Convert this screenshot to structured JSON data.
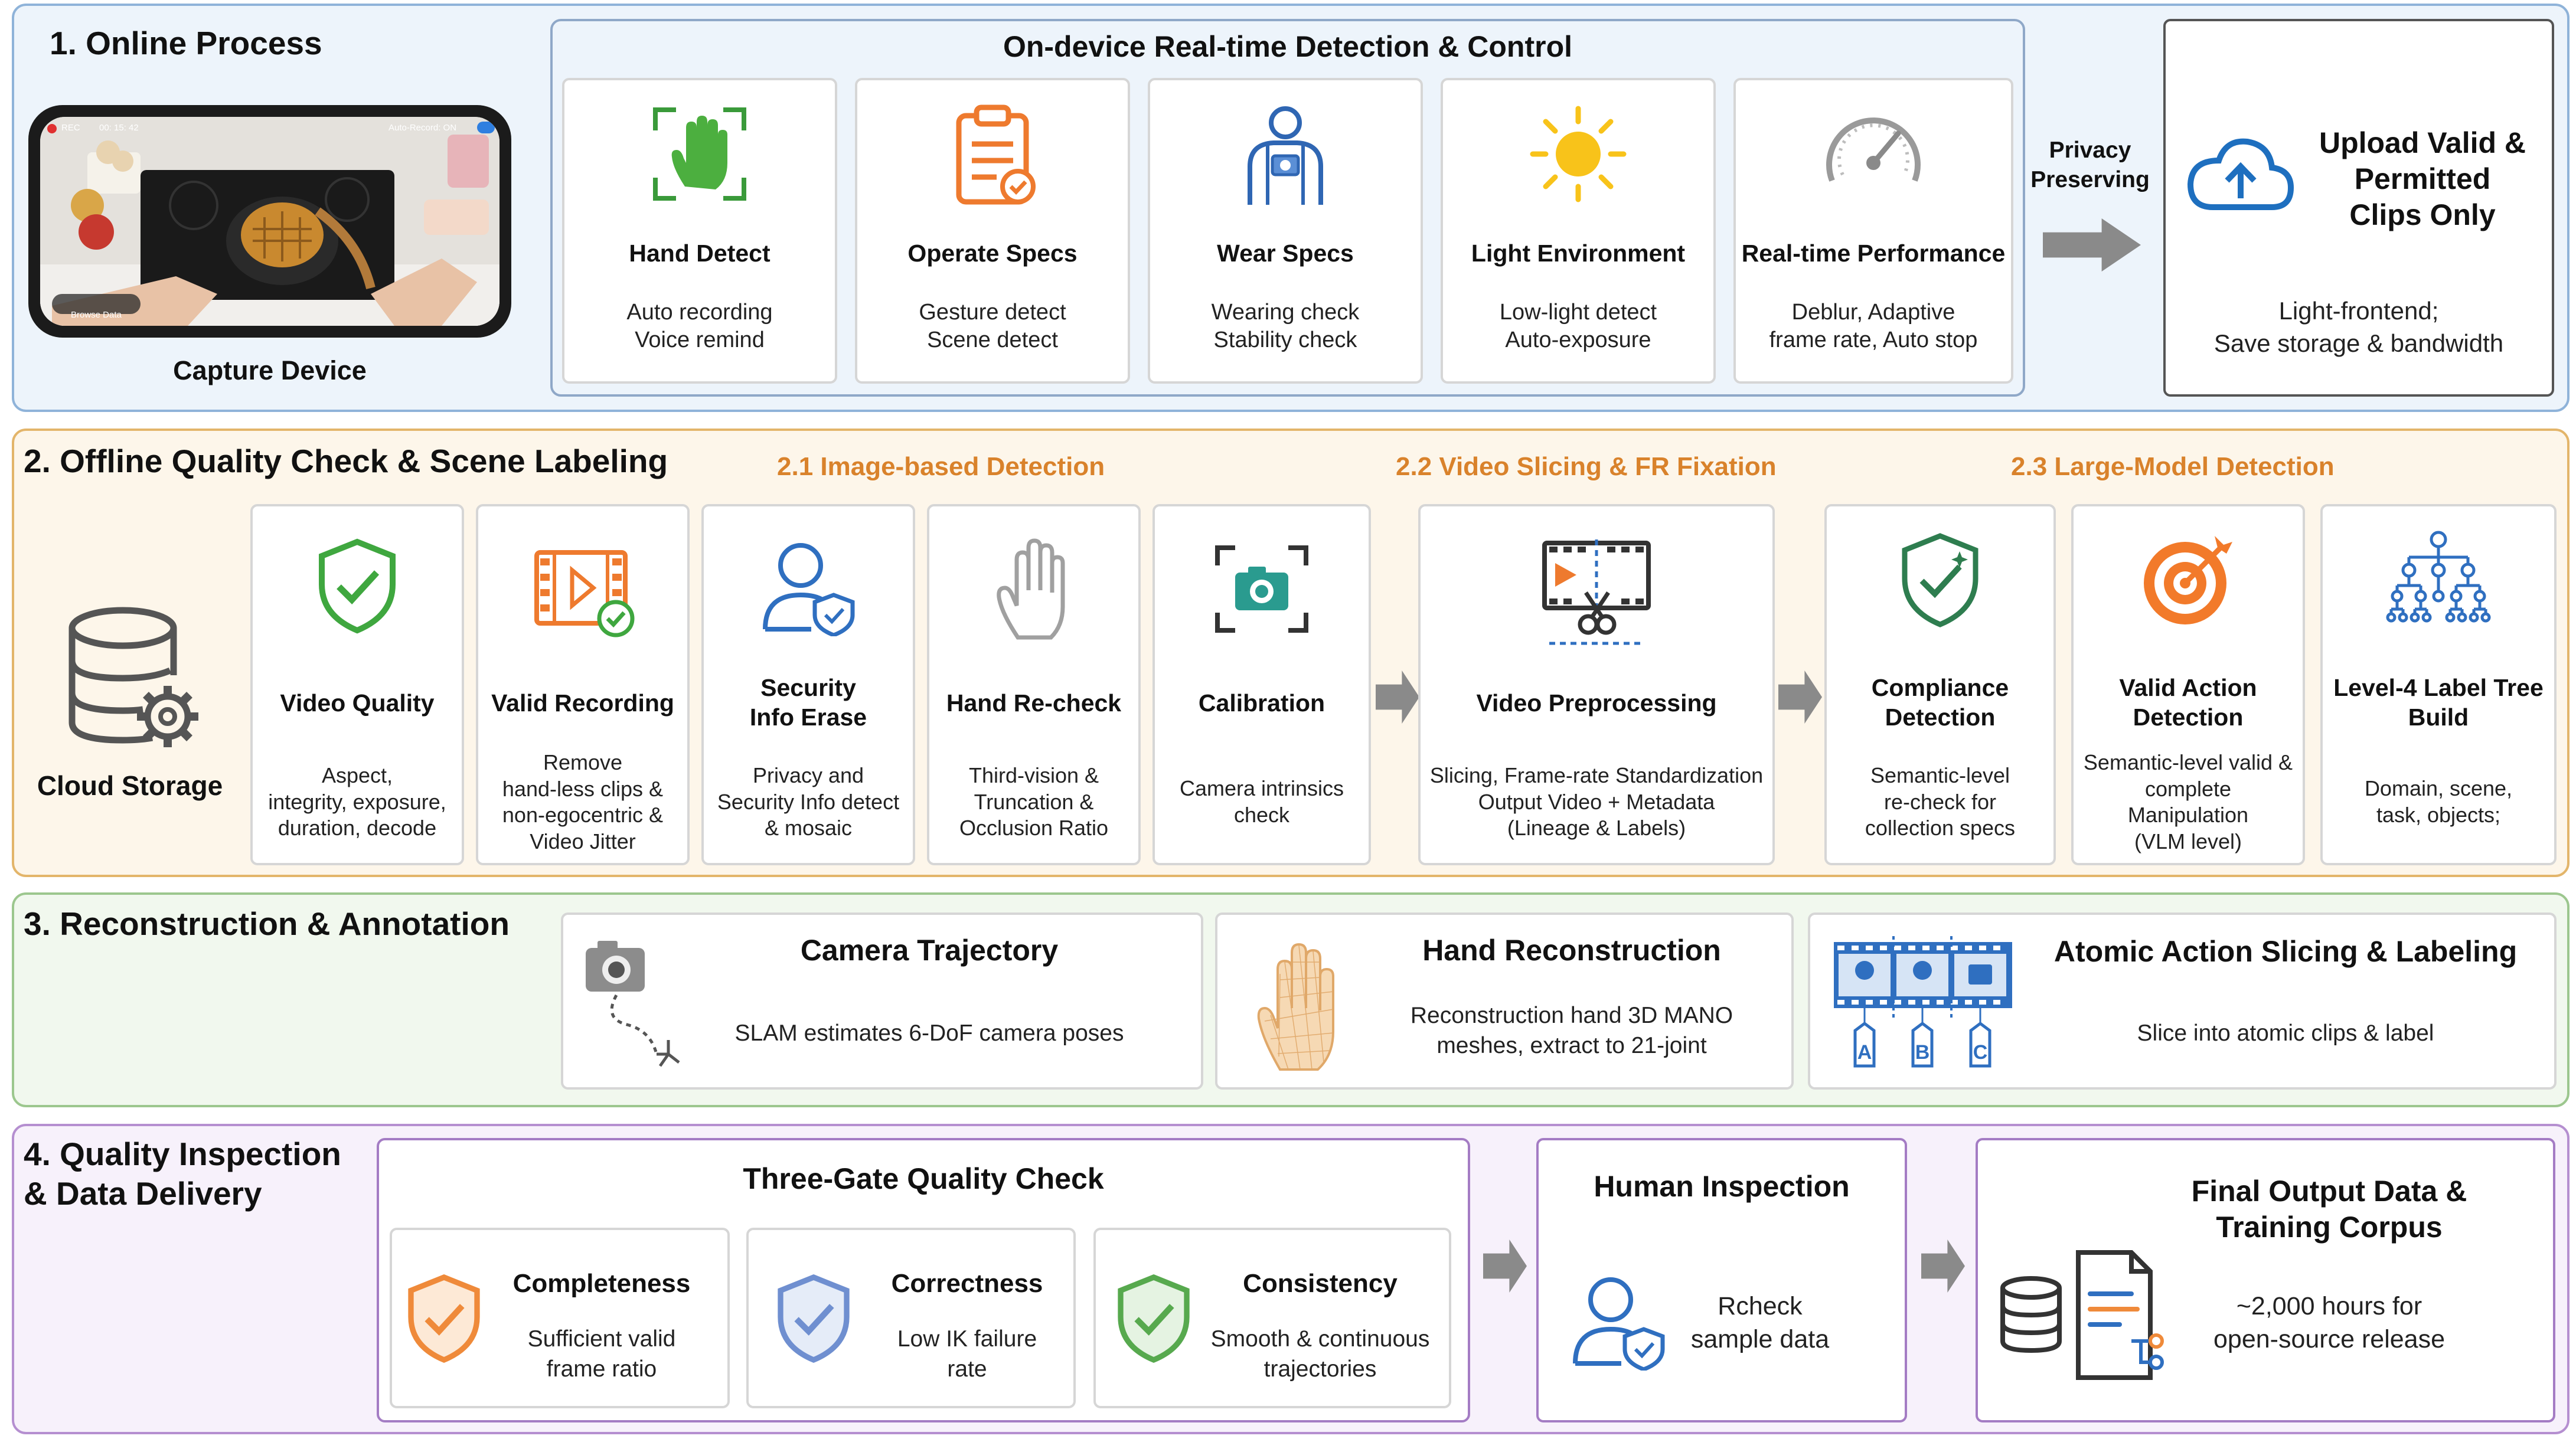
{
  "sec1": {
    "title": "1. Online Process",
    "device_label": "Capture Device",
    "phone": {
      "rec": "REC",
      "timer": "00: 15: 42",
      "auto_record": "Auto-Record: ON",
      "browse": "Browse Data"
    },
    "panel_title": "On-device Real-time Detection & Control",
    "cards": [
      {
        "title": "Hand Detect",
        "desc": "Auto recording\nVoice remind"
      },
      {
        "title": "Operate Specs",
        "desc": "Gesture detect\nScene detect"
      },
      {
        "title": "Wear Specs",
        "desc": "Wearing check\nStability check"
      },
      {
        "title": "Light Environment",
        "desc": "Low-light detect\nAuto-exposure"
      },
      {
        "title": "Real-time Performance",
        "desc": "Deblur, Adaptive\nframe rate, Auto stop"
      }
    ],
    "privacy": "Privacy\nPreserving",
    "upload_title": "Upload Valid &\nPermitted\nClips Only",
    "upload_desc": "Light-frontend;\nSave storage & bandwidth"
  },
  "sec2": {
    "title": "2. Offline Quality Check & Scene Labeling",
    "sub1": "2.1 Image-based Detection",
    "sub2": "2.2 Video Slicing & FR Fixation",
    "sub3": "2.3 Large-Model Detection",
    "storage_label": "Cloud Storage",
    "cards": [
      {
        "title": "Video Quality",
        "desc": "Aspect,\nintegrity, exposure,\nduration, decode"
      },
      {
        "title": "Valid Recording",
        "desc": "Remove\nhand-less clips &\nnon-egocentric &\nVideo Jitter"
      },
      {
        "title": "Security\nInfo Erase",
        "desc": "Privacy and\nSecurity Info detect\n& mosaic"
      },
      {
        "title": "Hand Re-check",
        "desc": "Third-vision &\nTruncation  &\nOcclusion Ratio"
      },
      {
        "title": "Calibration",
        "desc": "Camera intrinsics\ncheck"
      },
      {
        "title": "Video Preprocessing",
        "desc": "Slicing, Frame-rate Standardization\nOutput Video + Metadata\n(Lineage & Labels)"
      },
      {
        "title": "Compliance\nDetection",
        "desc": "Semantic-level\nre-check for\ncollection specs"
      },
      {
        "title": "Valid Action\nDetection",
        "desc": "Semantic-level valid &\ncomplete\nManipulation\n(VLM level)"
      },
      {
        "title": "Level-4 Label Tree\nBuild",
        "desc": "Domain, scene,\ntask, objects;"
      }
    ]
  },
  "sec3": {
    "title": "3. Reconstruction & Annotation",
    "cards": [
      {
        "title": "Camera Trajectory",
        "desc": "SLAM estimates 6-DoF camera poses"
      },
      {
        "title": "Hand Reconstruction",
        "desc": "Reconstruction hand 3D MANO\nmeshes, extract to 21-joint"
      },
      {
        "title": "Atomic Action Slicing & Labeling",
        "desc": "Slice into atomic clips & label"
      }
    ],
    "tags": [
      "A",
      "B",
      "C"
    ]
  },
  "sec4": {
    "title": "4. Quality Inspection\n   & Data Delivery",
    "gate_title": "Three-Gate Quality Check",
    "gates": [
      {
        "title": "Completeness",
        "desc": "Sufficient valid\nframe ratio"
      },
      {
        "title": "Correctness",
        "desc": "Low IK failure\nrate"
      },
      {
        "title": "Consistency",
        "desc": "Smooth & continuous\ntrajectories"
      }
    ],
    "human_title": "Human Inspection",
    "human_desc": "Rcheck\nsample data",
    "final_title": "Final Output Data &\nTraining Corpus",
    "final_desc": "~2,000 hours for\nopen-source release"
  },
  "colors": {
    "sec1": "#8fb3d9",
    "sec2": "#e3b56a",
    "sec3": "#9cc78e",
    "sec4": "#b58fd0",
    "subtitle": "#d9822b",
    "arrow": "#8a8a8a"
  }
}
